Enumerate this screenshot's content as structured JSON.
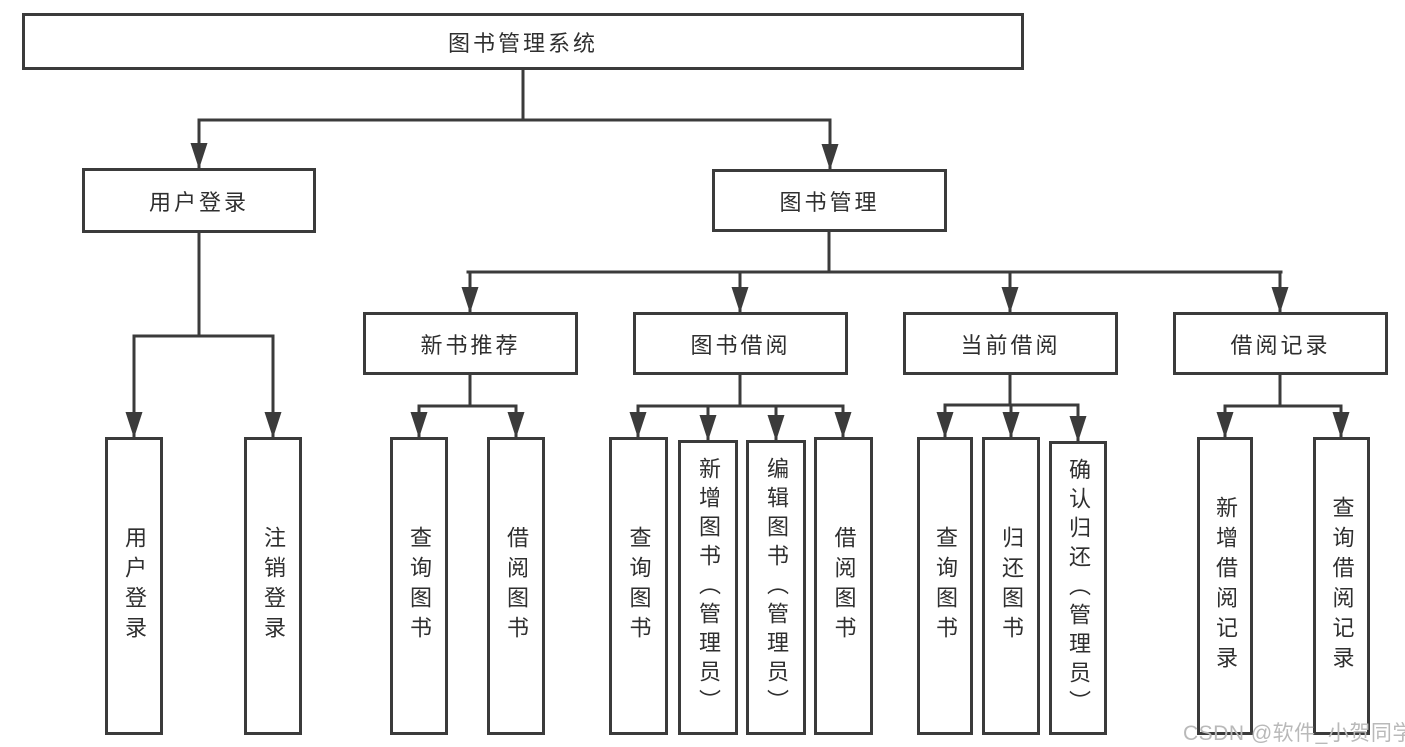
{
  "diagram": {
    "type": "tree",
    "title": "图书管理系统",
    "watermark": "CSDN @软件_小贺同学",
    "colors": {
      "line": "#3b3b3b",
      "box_border": "#3b3b3b",
      "text": "#2f2f2f",
      "background": "#ffffff",
      "watermark": "#b9b9b9"
    },
    "nodes": {
      "root": {
        "label": "图书管理系统"
      },
      "userLogin": {
        "label": "用户登录"
      },
      "bookManagement": {
        "label": "图书管理"
      },
      "newBookRecommend": {
        "label": "新书推荐"
      },
      "bookBorrow": {
        "label": "图书借阅"
      },
      "currentBorrow": {
        "label": "当前借阅"
      },
      "borrowRecords": {
        "label": "借阅记录"
      },
      "leafUserLogin": {
        "label": "用户登录"
      },
      "leafLogout": {
        "label": "注销登录"
      },
      "leafQueryBookA": {
        "label": "查询图书"
      },
      "leafBorrowBookA": {
        "label": "借阅图书"
      },
      "leafQueryBookB": {
        "label": "查询图书"
      },
      "leafAddBookAdmin": {
        "label": "新增图书（管理员）"
      },
      "leafEditBookAdmin": {
        "label": "编辑图书（管理员）"
      },
      "leafBorrowBookB": {
        "label": "借阅图书"
      },
      "leafQueryBookC": {
        "label": "查询图书"
      },
      "leafReturnBook": {
        "label": "归还图书"
      },
      "leafConfirmReturnAdmin": {
        "label": "确认归还（管理员）"
      },
      "leafAddBorrowRecord": {
        "label": "新增借阅记录"
      },
      "leafQueryBorrowRecord": {
        "label": "查询借阅记录"
      }
    },
    "hierarchy": {
      "图书管理系统": {
        "用户登录": [
          "用户登录",
          "注销登录"
        ],
        "图书管理": {
          "新书推荐": [
            "查询图书",
            "借阅图书"
          ],
          "图书借阅": [
            "查询图书",
            "新增图书（管理员）",
            "编辑图书（管理员）",
            "借阅图书"
          ],
          "当前借阅": [
            "查询图书",
            "归还图书",
            "确认归还（管理员）"
          ],
          "借阅记录": [
            "新增借阅记录",
            "查询借阅记录"
          ]
        }
      }
    }
  }
}
